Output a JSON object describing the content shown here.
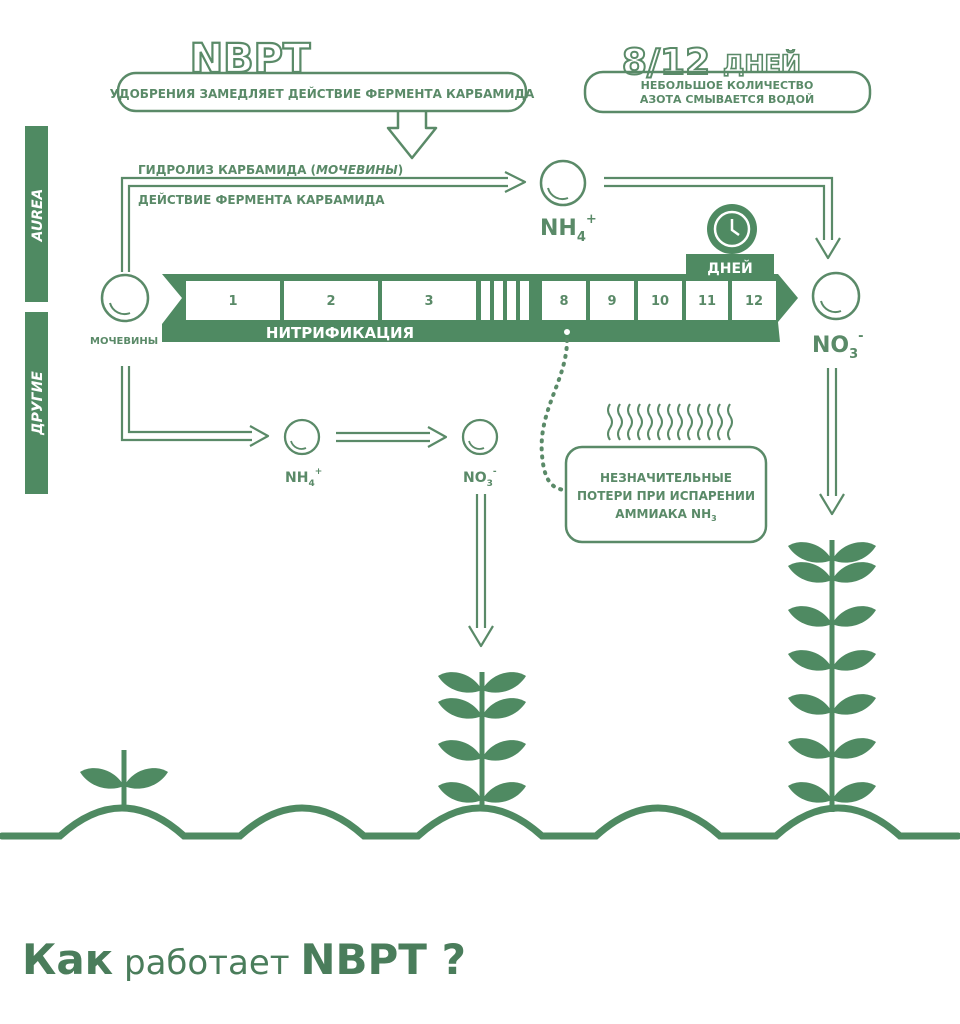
{
  "colors": {
    "green": "#4f8a62",
    "outline": "#5a8a68",
    "light": "#ffffff"
  },
  "top": {
    "nbpt": "NBPT",
    "nbpt_caption": "УДОБРЕНИЯ ЗАМЕДЛЯЕТ ДЕЙСТВИЕ ФЕРМЕНТА КАРБАМИДА",
    "days_range": "8/12",
    "days_word": "ДНЕЙ",
    "days_caption_1": "НЕБОЛЬШОЕ КОЛИЧЕСТВО",
    "days_caption_2": "АЗОТА СМЫВАЕТСЯ ВОДОЙ"
  },
  "side": {
    "aurea": "AUREA",
    "others": "ДРУГИЕ"
  },
  "flow": {
    "hydrolysis_prefix": "ГИДРОЛИЗ КАРБАМИДА (",
    "hydrolysis_italic": "МОЧЕВИНЫ",
    "hydrolysis_suffix": ")",
    "enzyme_action": "ДЕЙСТВИЕ ФЕРМЕНТА КАРБАМИДА",
    "urea_label": "МОЧЕВИНЫ",
    "nh4_base": "NH",
    "nh4_sub": "4",
    "nh4_sup": "+",
    "no3_base": "NO",
    "no3_sub": "3",
    "no3_sup": "-",
    "nitrification": "НИТРИФИКАЦИЯ",
    "days_tag": "ДНЕЙ",
    "timeline": [
      "1",
      "2",
      "3",
      "8",
      "9",
      "10",
      "11",
      "12"
    ],
    "loss_1": "НЕЗНАЧИТЕЛЬНЫЕ",
    "loss_2": "ПОТЕРИ ПРИ ИСПАРЕНИИ",
    "loss_3": "АММИАКА NH",
    "loss_sub": "3"
  },
  "footer": {
    "title_a": "Как",
    "title_b": " работает ",
    "title_c": "NBPT ?"
  }
}
